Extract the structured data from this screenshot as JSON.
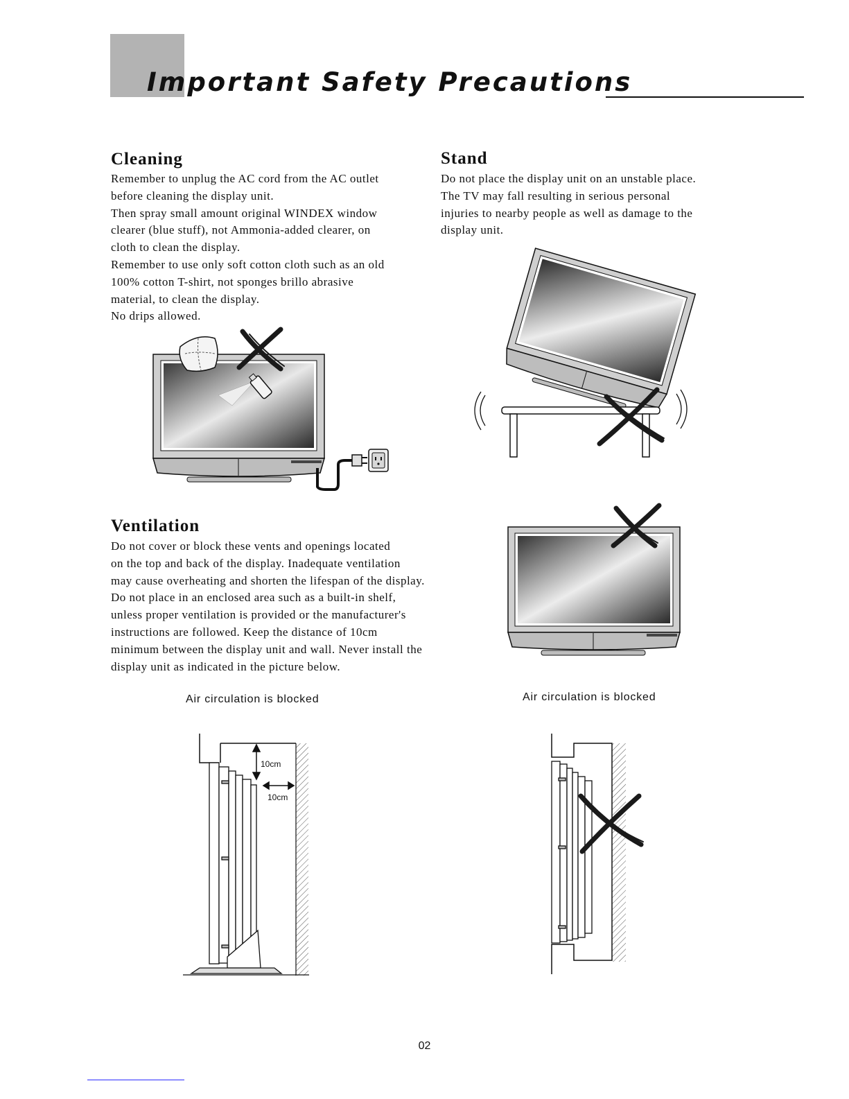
{
  "header": {
    "title": "Important Safety Precautions"
  },
  "cleaning": {
    "heading": "Cleaning",
    "lines": [
      "Remember to unplug the AC cord from the AC outlet",
      "before cleaning the display unit.",
      "Then spray small amount original WINDEX window",
      "clearer (blue stuff), not Ammonia-added clearer, on",
      "cloth to clean the display.",
      "Remember to use only soft cotton cloth such as an old",
      "100% cotton T-shirt, not sponges brillo abrasive",
      "material, to clean the display.",
      "No drips allowed."
    ]
  },
  "stand": {
    "heading": "Stand",
    "lines": [
      "Do not place the display unit on an unstable place.",
      "The TV may fall resulting in serious personal",
      "injuries to nearby people as well as damage  to the",
      "display unit."
    ]
  },
  "ventilation": {
    "heading": "Ventilation",
    "lines": [
      "Do not cover or block these vents and openings located",
      "on the top and back of the display. Inadequate ventilation",
      "may cause overheating and shorten the lifespan of the display.",
      "Do not place in an enclosed area such  as a built-in shelf,",
      "unless proper ventilation is provided or the manufacturer's",
      "instructions are followed. Keep the distance of 10cm",
      "minimum between the display unit and wall. Never install the",
      "display unit as indicated in the picture below."
    ]
  },
  "captions": {
    "left": "Air circulation is blocked",
    "right": "Air circulation is blocked"
  },
  "measurements": {
    "top": "10cm",
    "side": "10cm"
  },
  "footer": {
    "page_number": "02"
  },
  "icons": [
    "cross-mark-icon",
    "spray-can-icon",
    "cloth-icon",
    "power-plug-icon",
    "wall-outlet-icon"
  ]
}
